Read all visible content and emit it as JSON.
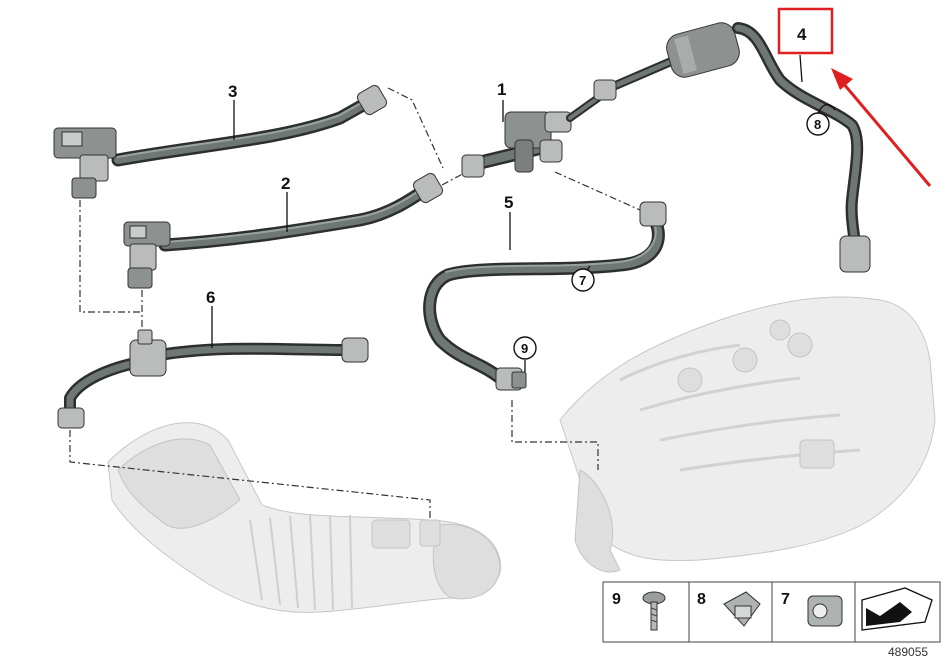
{
  "callouts": [
    {
      "id": "1",
      "label": "1"
    },
    {
      "id": "2",
      "label": "2"
    },
    {
      "id": "3",
      "label": "3"
    },
    {
      "id": "4",
      "label": "4"
    },
    {
      "id": "5",
      "label": "5"
    },
    {
      "id": "6",
      "label": "6"
    }
  ],
  "circled_refs": [
    {
      "id": "8",
      "label": "8"
    },
    {
      "id": "7",
      "label": "7"
    },
    {
      "id": "9",
      "label": "9"
    }
  ],
  "legend": {
    "items": [
      {
        "label": "9",
        "icon": "screw-icon"
      },
      {
        "label": "8",
        "icon": "clip-icon"
      },
      {
        "label": "7",
        "icon": "clamp-icon"
      }
    ],
    "arrow_icon": "direction-arrow-icon"
  },
  "highlight": {
    "target": "4",
    "color": "#e02020"
  },
  "diagram_number": "489055"
}
